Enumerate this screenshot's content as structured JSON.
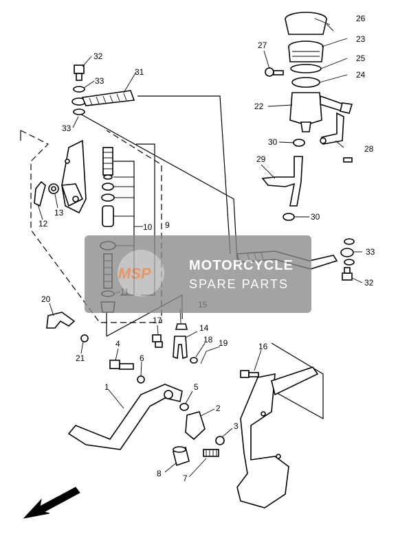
{
  "callouts": {
    "c1": "1",
    "c2": "2",
    "c3": "3",
    "c4": "4",
    "c5": "5",
    "c6": "6",
    "c7": "7",
    "c8": "8",
    "c9": "9",
    "c10": "10",
    "c11": "11",
    "c12": "12",
    "c13": "13",
    "c14": "14",
    "c15": "15",
    "c16": "16",
    "c17": "17",
    "c18": "18",
    "c19": "19",
    "c20": "20",
    "c21": "21",
    "c22": "22",
    "c23": "23",
    "c24": "24",
    "c25": "25",
    "c26": "26",
    "c27": "27",
    "c28": "28",
    "c29": "29",
    "c30a": "30",
    "c30b": "30",
    "c31": "31",
    "c32a": "32",
    "c32b": "32",
    "c33a": "33",
    "c33b": "33",
    "c33c": "33"
  },
  "watermark": {
    "logo": "MSP",
    "line1": "MOTORCYCLE",
    "line2": "SPARE PARTS"
  },
  "colors": {
    "watermark_panel": "#8a8a8a",
    "watermark_logo": "#e07a3a",
    "ink": "#000000"
  }
}
